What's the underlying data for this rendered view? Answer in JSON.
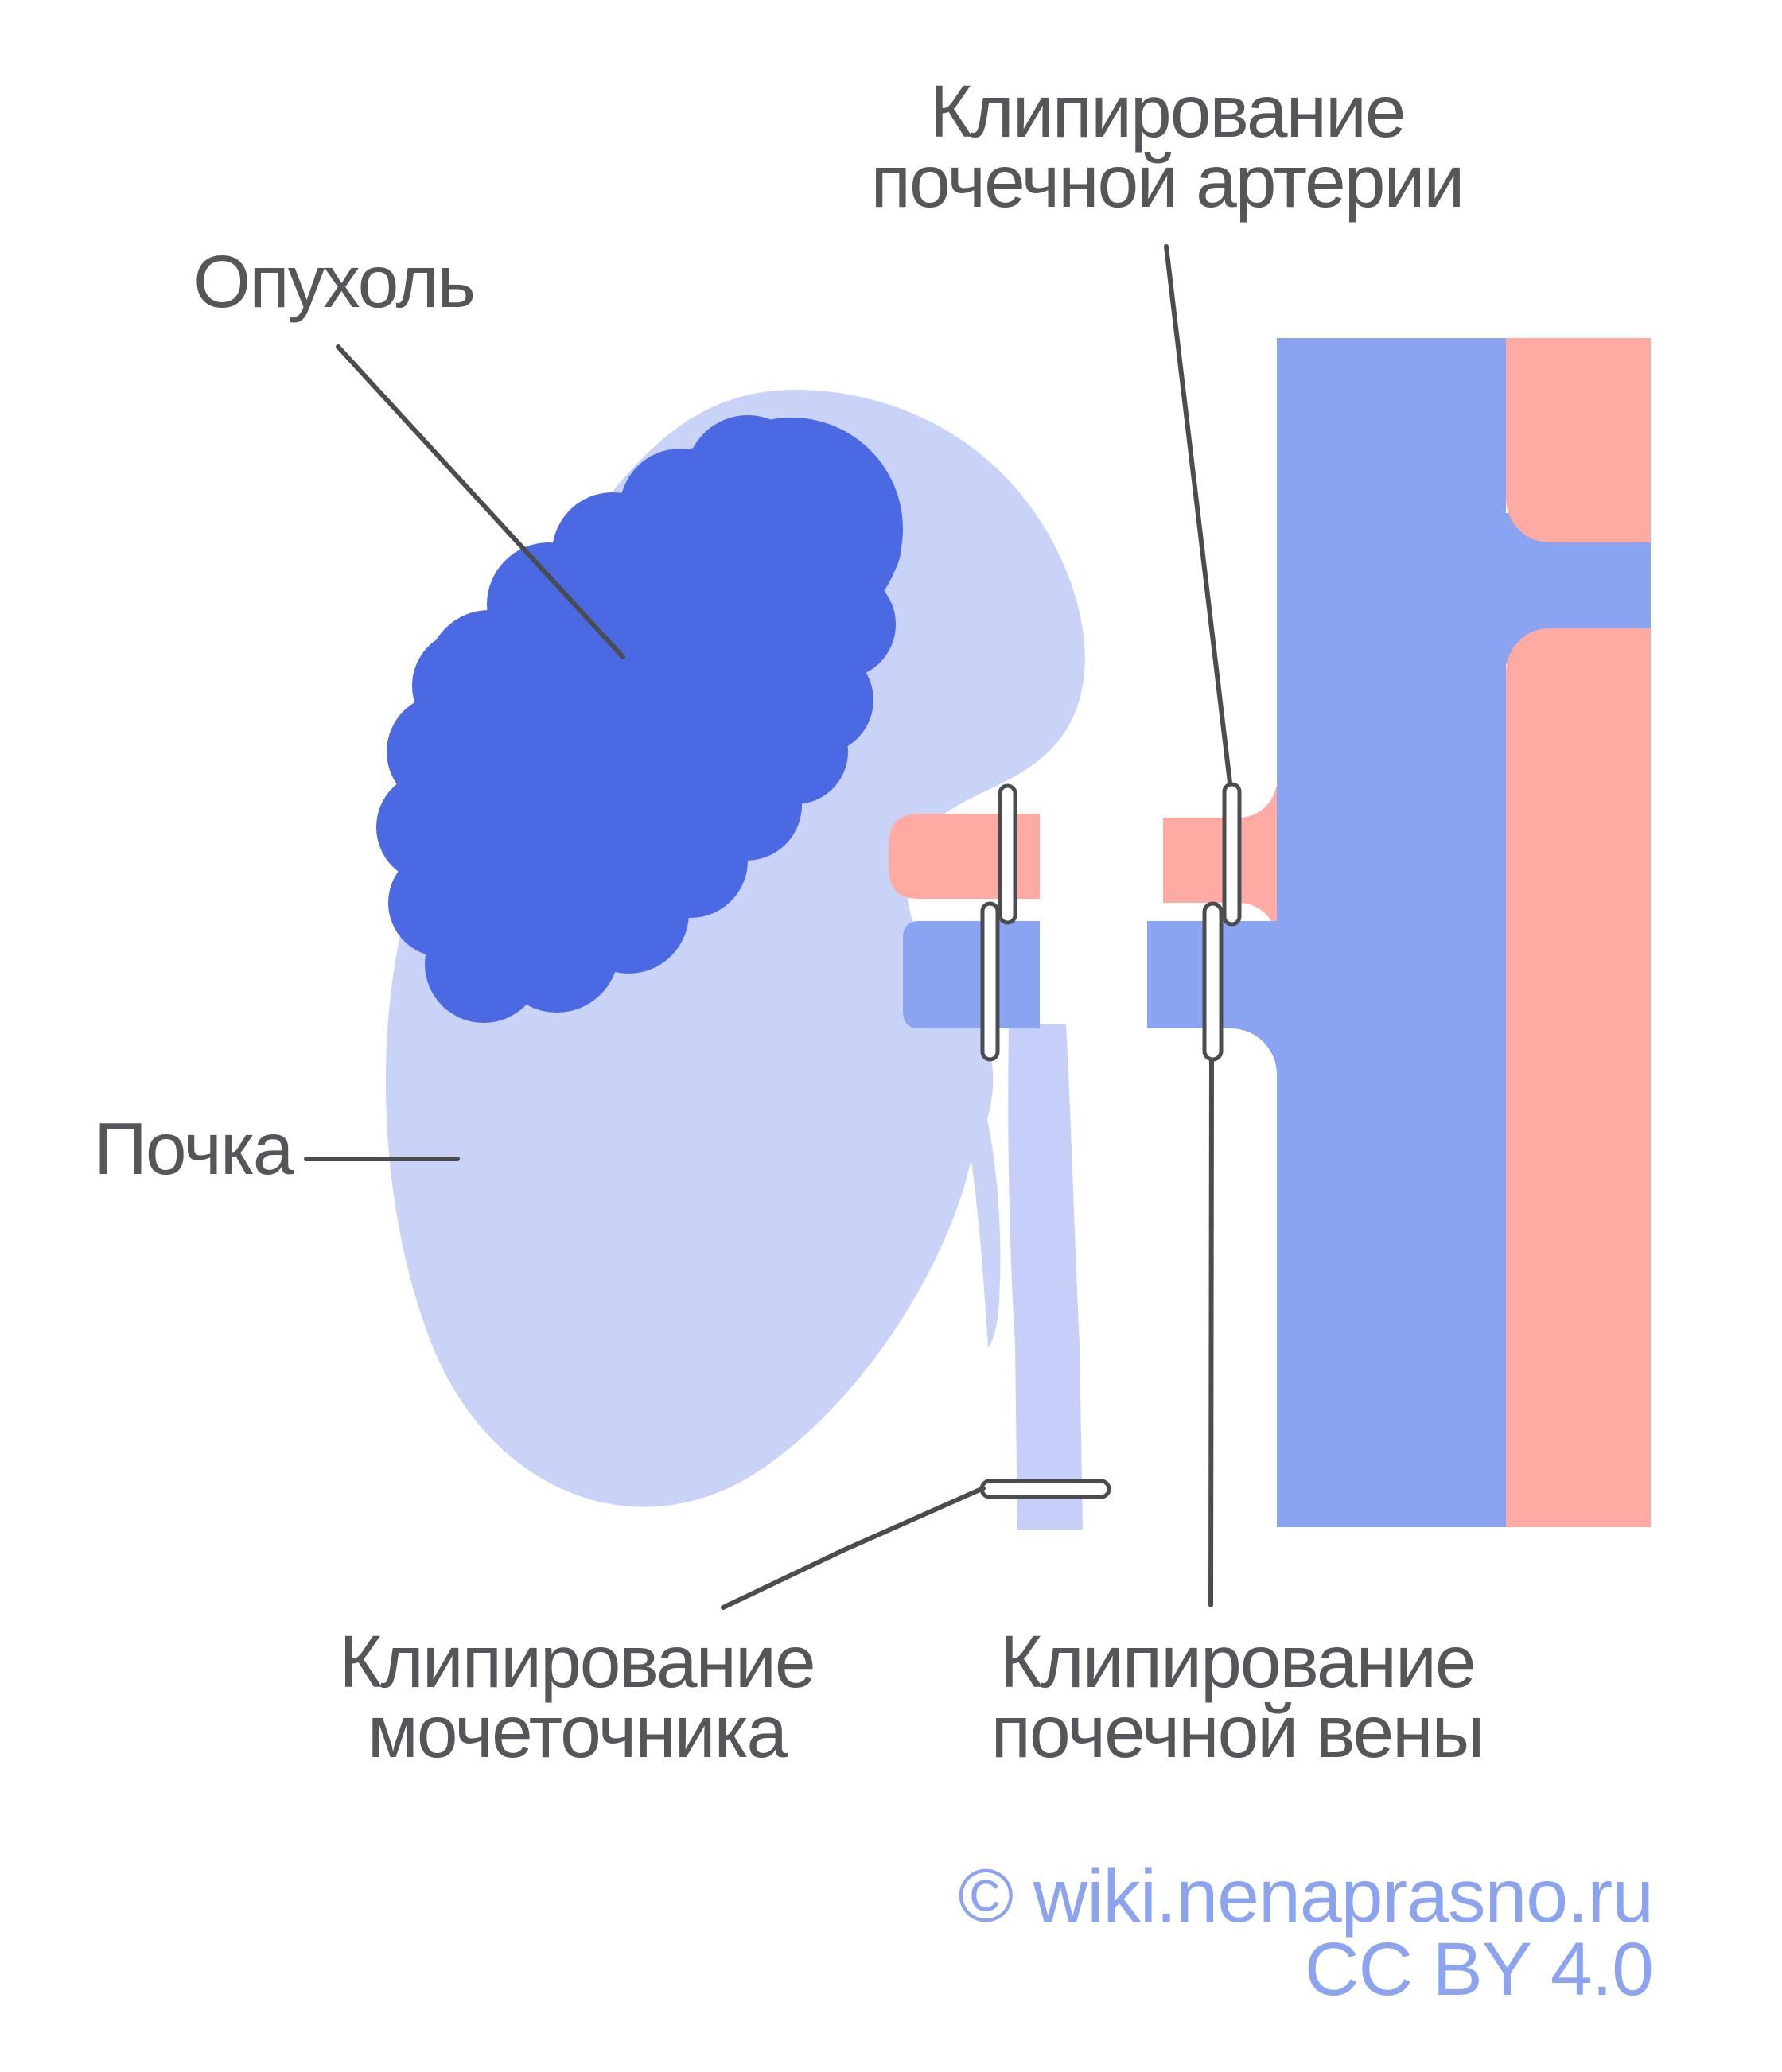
{
  "labels": {
    "tumor": "Опухоль",
    "kidney": "Почка",
    "artery_clip": {
      "line1": "Клипирование",
      "line2": "почечной артерии"
    },
    "ureter_clip": {
      "line1": "Клипирование",
      "line2": "мочеточника"
    },
    "vein_clip": {
      "line1": "Клипирование",
      "line2": "почечной вены"
    }
  },
  "watermark": {
    "copyright": "© wiki.nenaprasno.ru",
    "license": "CC BY 4.0"
  },
  "colors": {
    "kidney": "#C9D2F7",
    "ureter": "#C5CFF7",
    "tumor": "#4A69E2",
    "vein": "#8BA4F2",
    "artery": "#FFABA4",
    "clip_fill": "#FFFFFF",
    "carve_white": "#FFFFFF",
    "leader_line": "#4B4C50",
    "label_text": "#55565A",
    "watermark_text": "#8CA4EF"
  }
}
